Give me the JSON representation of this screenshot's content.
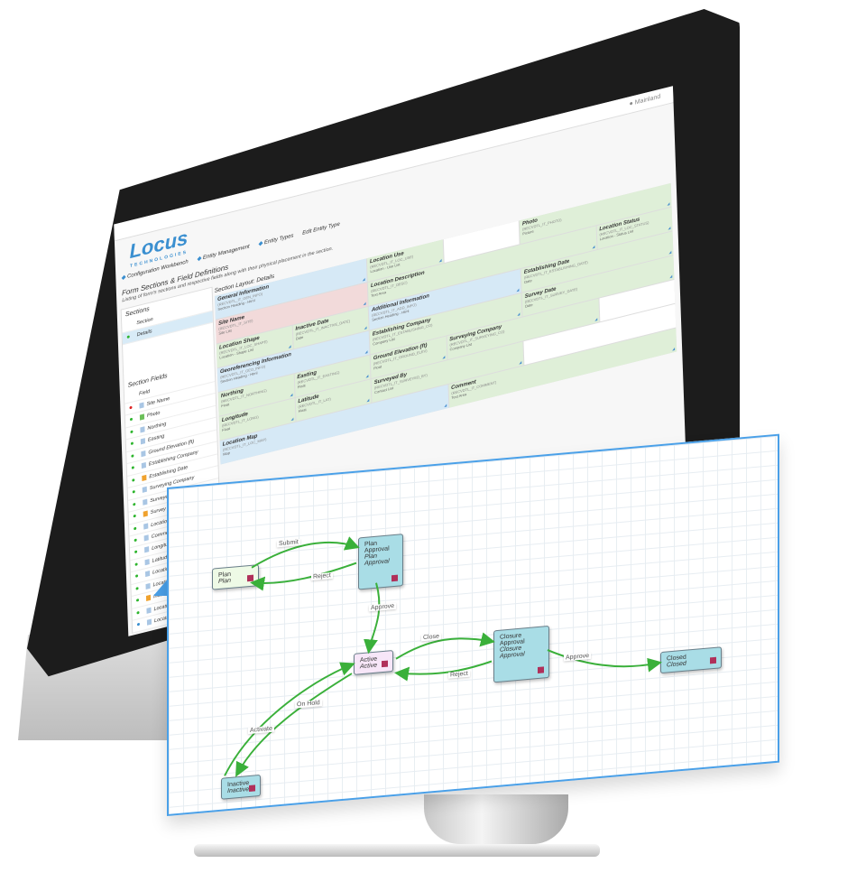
{
  "header": {
    "user_label": "Mainland",
    "user_icon": "apple-icon"
  },
  "brand": {
    "name": "Locus",
    "tagline": "TECHNOLOGIES"
  },
  "breadcrumb": [
    {
      "label": "Configuration Workbench"
    },
    {
      "label": "Entity Management"
    },
    {
      "label": "Entity Types"
    },
    {
      "label": "Edit Entity Type"
    }
  ],
  "page": {
    "title": "Form Sections & Field Definitions",
    "subtitle": "Listing of form's sections and respective fields along with their physical placement in the section."
  },
  "sections_panel": {
    "heading": "Sections",
    "column_header": "Section",
    "rows": [
      {
        "label": "Details",
        "selected": true
      }
    ]
  },
  "fields_panel": {
    "heading": "Section Fields",
    "column_header": "Field",
    "rows": [
      {
        "label": "Site Name",
        "status": "red",
        "icon": "list"
      },
      {
        "label": "Photo",
        "status": "green",
        "icon": "photo"
      },
      {
        "label": "Northing",
        "status": "green",
        "icon": "number"
      },
      {
        "label": "Easting",
        "status": "green",
        "icon": "number"
      },
      {
        "label": "Ground Elevation (ft)",
        "status": "green",
        "icon": "number"
      },
      {
        "label": "Establishing Company",
        "status": "green",
        "icon": "list"
      },
      {
        "label": "Establishing Date",
        "status": "green",
        "icon": "date"
      },
      {
        "label": "Surveying Company",
        "status": "green",
        "icon": "list"
      },
      {
        "label": "Surveyed By",
        "status": "green",
        "icon": "list"
      },
      {
        "label": "Survey Date",
        "status": "green",
        "icon": "date"
      },
      {
        "label": "Location Description",
        "status": "green",
        "icon": "text"
      },
      {
        "label": "Comment",
        "status": "green",
        "icon": "text"
      },
      {
        "label": "Longitude",
        "status": "green",
        "icon": "number"
      },
      {
        "label": "Latitude",
        "status": "green",
        "icon": "number"
      },
      {
        "label": "Location Use",
        "status": "green",
        "icon": "list"
      },
      {
        "label": "Location Status",
        "status": "green",
        "icon": "list"
      },
      {
        "label": "Inactive Date",
        "status": "green",
        "icon": "date"
      },
      {
        "label": "Location Shape",
        "status": "green",
        "icon": "list"
      },
      {
        "label": "Location Map",
        "status": "blue",
        "icon": "map"
      }
    ]
  },
  "layout_panel": {
    "heading": "Section Layout: Details",
    "cells": [
      {
        "name": "General Information",
        "code": "(RECVDTL_IT_GEN_INFO)",
        "type": "Section Heading - Html",
        "color": "b",
        "span": 2
      },
      {
        "name": "Location Use",
        "code": "(RECVDTL_IT_LOC_USE)",
        "type": "Location - Use List",
        "color": "g",
        "span": 1
      },
      {
        "name": "",
        "code": "",
        "type": "",
        "color": "e",
        "span": 1
      },
      {
        "name": "Photo",
        "code": "(RECVDTL_IT_PHOTO)",
        "type": "Picture",
        "color": "g",
        "span": 2
      },
      {
        "name": "Site Name",
        "code": "(RECVDTL_IT_SITE)",
        "type": "Site List",
        "color": "r",
        "span": 2
      },
      {
        "name": "Location Description",
        "code": "(RECVDTL_IT_DESC)",
        "type": "Text Area",
        "color": "g",
        "span": 3
      },
      {
        "name": "Location Status",
        "code": "(RECVDTL_IT_LOC_STATUS)",
        "type": "Location - Status List",
        "color": "g",
        "span": 1
      },
      {
        "name": "Location Shape",
        "code": "(RECVDTL_IT_LOC_SHAPE)",
        "type": "Location - Shape List",
        "color": "g",
        "span": 1
      },
      {
        "name": "Inactive Date",
        "code": "(RECVDTL_IT_INACTIVE_DATE)",
        "type": "Date",
        "color": "g",
        "span": 1
      },
      {
        "name": "Additional Information",
        "code": "(RECVDTL_IT_ADD_INFO)",
        "type": "Section Heading - Html",
        "color": "b",
        "span": 2
      },
      {
        "name": "Establishing Date",
        "code": "(RECVDTL_IT_ESTABLISHING_DATE)",
        "type": "Date",
        "color": "g",
        "span": 2
      },
      {
        "name": "Georeferencing Information",
        "code": "(RECVDTL_IT_GEO_INFO)",
        "type": "Section Heading - Html",
        "color": "b",
        "span": 2
      },
      {
        "name": "Establishing Company",
        "code": "(RECVDTL_IT_ESTABLISHING_CO)",
        "type": "Company List",
        "color": "g",
        "span": 2
      },
      {
        "name": "Survey Date",
        "code": "(RECVDTL_IT_SURVEY_DATE)",
        "type": "Date",
        "color": "g",
        "span": 2
      },
      {
        "name": "Northing",
        "code": "(RECVDTL_IT_NORTHING)",
        "type": "Float",
        "color": "g",
        "span": 1
      },
      {
        "name": "Easting",
        "code": "(RECVDTL_IT_EASTING)",
        "type": "Float",
        "color": "g",
        "span": 1
      },
      {
        "name": "Ground Elevation (ft)",
        "code": "(RECVDTL_IT_GROUND_ELEV)",
        "type": "Float",
        "color": "g",
        "span": 1
      },
      {
        "name": "Surveying Company",
        "code": "(RECVDTL_IT_SURVEYING_CO)",
        "type": "Company List",
        "color": "g",
        "span": 2
      },
      {
        "name": "",
        "code": "",
        "type": "",
        "color": "e",
        "span": 1
      },
      {
        "name": "Longitude",
        "code": "(RECVDTL_IT_LONG)",
        "type": "Float",
        "color": "g",
        "span": 1
      },
      {
        "name": "Latitude",
        "code": "(RECVDTL_IT_LAT)",
        "type": "Float",
        "color": "g",
        "span": 1
      },
      {
        "name": "Surveyed By",
        "code": "(RECVDTL_IT_SURVEYED_BY)",
        "type": "Contact List",
        "color": "g",
        "span": 2
      },
      {
        "name": "",
        "code": "",
        "type": "",
        "color": "e",
        "span": 2
      },
      {
        "name": "Location Map",
        "code": "(RECVDTL_IT_LOC_MAP)",
        "type": "Map",
        "color": "b",
        "span": 3
      },
      {
        "name": "Comment",
        "code": "(RECVDTL_IT_COMMENT)",
        "type": "Text Area",
        "color": "g",
        "span": 3
      }
    ]
  },
  "workflow": {
    "nodes": [
      {
        "id": "plan",
        "line1": "Plan",
        "line2": "Plan",
        "color": "green"
      },
      {
        "id": "plan_approval",
        "line1": "Plan Approval",
        "line2": "Plan Approval",
        "color": "blue"
      },
      {
        "id": "active",
        "line1": "Active",
        "line2": "Active",
        "color": "pink"
      },
      {
        "id": "closure_approval",
        "line1": "Closure Approval",
        "line2": "Closure Approval",
        "color": "blue"
      },
      {
        "id": "closed",
        "line1": "Closed",
        "line2": "Closed",
        "color": "blue"
      },
      {
        "id": "inactive",
        "line1": "Inactive",
        "line2": "Inactive",
        "color": "blue"
      }
    ],
    "edges": [
      {
        "from": "plan",
        "to": "plan_approval",
        "label": "Submit"
      },
      {
        "from": "plan_approval",
        "to": "plan",
        "label": "Reject"
      },
      {
        "from": "plan_approval",
        "to": "active",
        "label": "Approve"
      },
      {
        "from": "active",
        "to": "closure_approval",
        "label": "Close"
      },
      {
        "from": "closure_approval",
        "to": "active",
        "label": "Reject"
      },
      {
        "from": "closure_approval",
        "to": "closed",
        "label": "Approve"
      },
      {
        "from": "active",
        "to": "inactive",
        "label": "On Hold"
      },
      {
        "from": "inactive",
        "to": "active",
        "label": "Activate"
      }
    ],
    "colors": {
      "edge": "#3ab03a",
      "border": "#4aa0e8",
      "marker": "#b0305a"
    }
  }
}
